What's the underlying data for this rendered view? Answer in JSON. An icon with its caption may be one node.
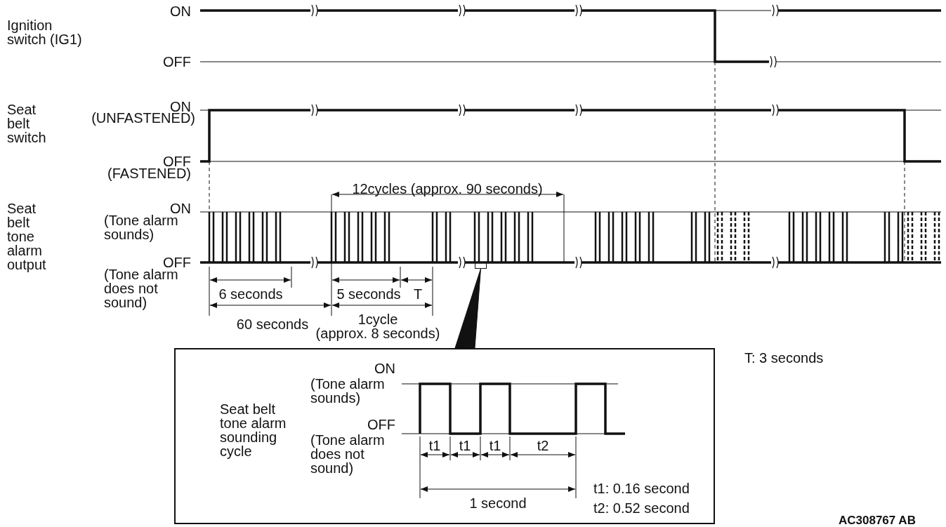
{
  "diagram": {
    "nodes": [
      {
        "text": [
          "Seat belt tone alarm sounding cycle",
          "ON",
          "(Tone alarm sounds)",
          "OFF",
          "(Tone alarm does not sound)",
          "t1",
          "t1",
          "t1",
          "t2",
          "1 second",
          "t1: 0.16 second",
          "t2: 0.52 second"
        ]
      },
      {
        "text": [],
        "shape": "box"
      }
    ],
    "edges": [
      {
        "from": 1,
        "to": 0,
        "arrow": "none"
      }
    ],
    "labels": [
      "Ignition switch (IG1)",
      "ON",
      "OFF",
      "ON",
      "(UNFASTENED)",
      "Seat belt switch",
      "OFF",
      "(FASTENED)",
      "12cycles (approx. 90 seconds)",
      "Seat belt tone alarm output",
      "ON",
      "(Tone alarm sounds)",
      "OFF",
      "(Tone alarm does not sound)",
      "6 seconds",
      "5 seconds",
      "T",
      "60 seconds",
      "1cycle",
      "(approx. 8 seconds)",
      "T: 3 seconds",
      "AC308767 AB"
    ]
  }
}
